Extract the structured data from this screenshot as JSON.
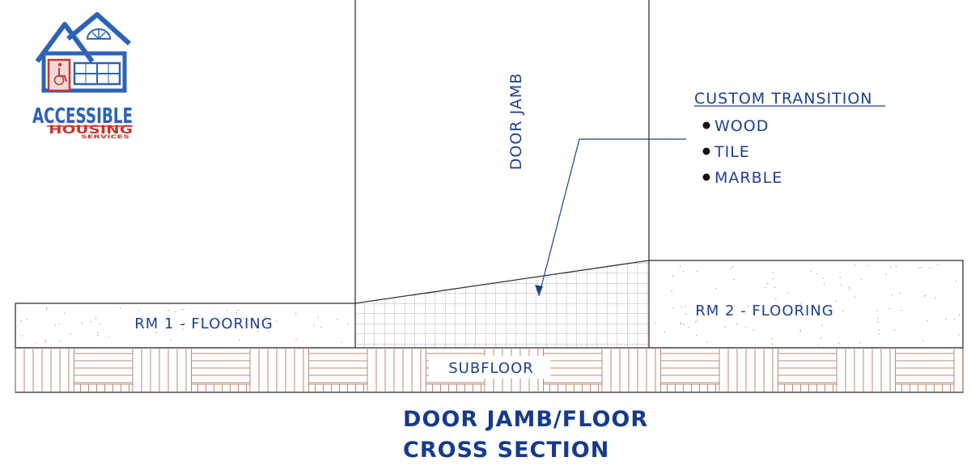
{
  "logo": {
    "line1": "ACCESSIBLE",
    "line2": "HOUSING",
    "line3": "SERVICES",
    "colors": {
      "blue": "#2b63b6",
      "red": "#c23a32"
    }
  },
  "diagram": {
    "door_jamb_label": "DOOR JAMB",
    "callout": {
      "heading": "CUSTOM TRANSITION",
      "items": [
        "WOOD",
        "TILE",
        "MARBLE"
      ]
    },
    "rm1_label": "RM 1 - FLOORING",
    "rm2_label": "RM 2 - FLOORING",
    "subfloor_label": "SUBFLOOR",
    "title_line1": "DOOR JAMB/FLOOR",
    "title_line2": "CROSS SECTION",
    "colors": {
      "ink": "#1f3f8f",
      "line": "#333333",
      "grid": "#9a9aa8",
      "wood": "#b98a74"
    }
  }
}
